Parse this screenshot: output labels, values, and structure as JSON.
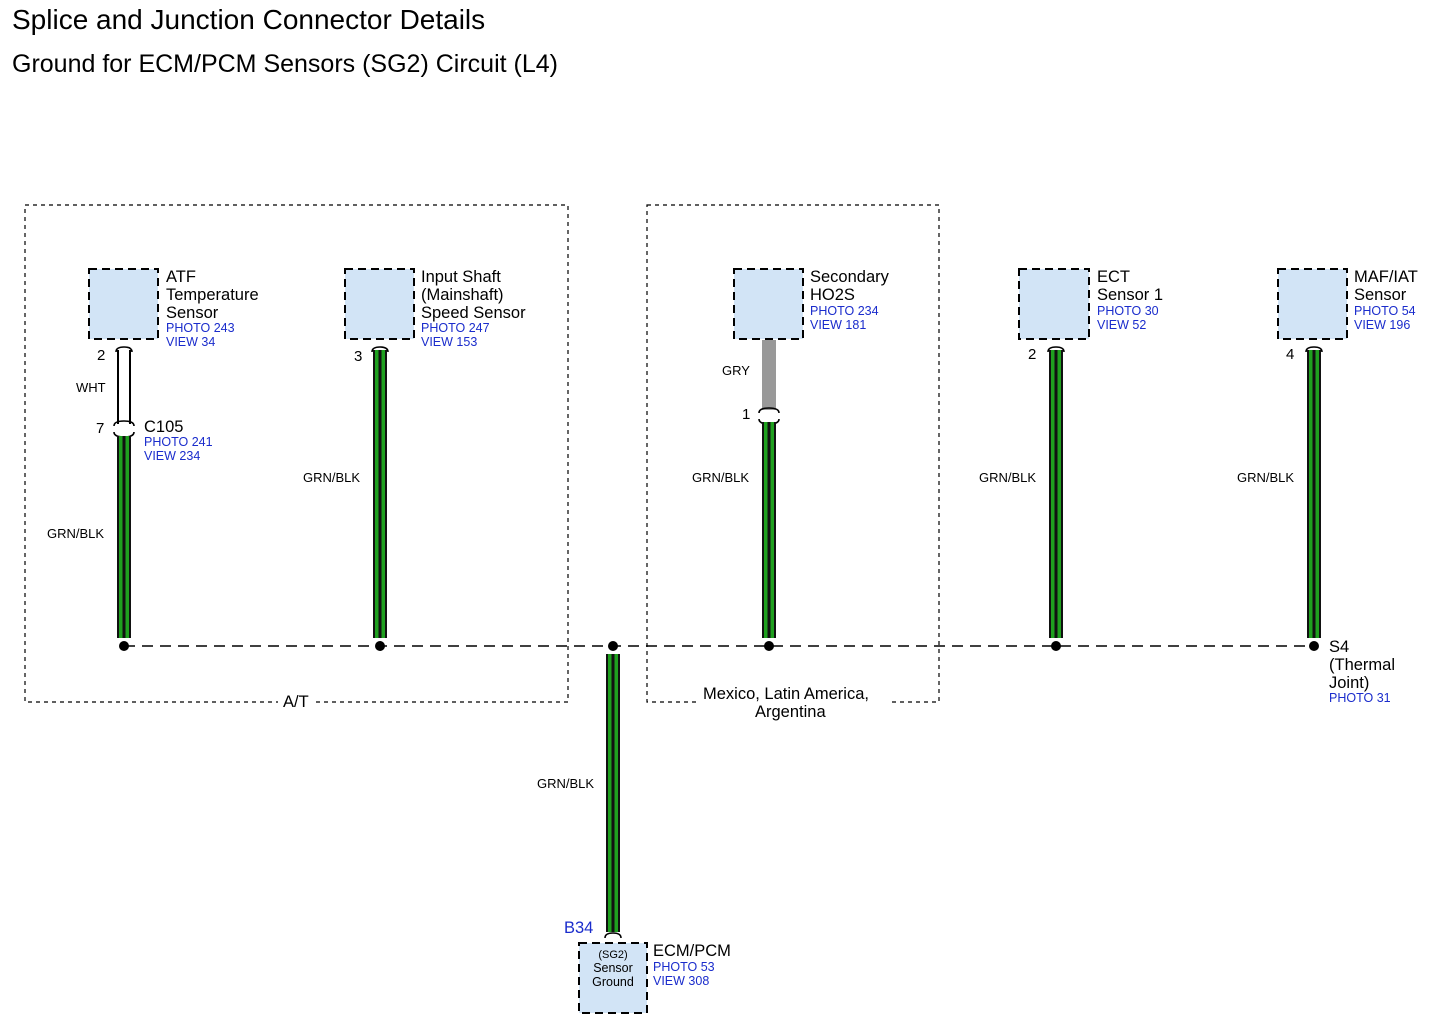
{
  "title": "Splice and Junction Connector Details",
  "subtitle": "Ground for ECM/PCM Sensors (SG2) Circuit (L4)",
  "colors": {
    "box_fill": "#d2e4f6",
    "green": "#1fa01f",
    "wire_black": "#111111",
    "gray_wire": "#999999",
    "ref_blue": "#1a2ccc"
  },
  "regions": {
    "at_label": "A/T",
    "mexico_line1": "Mexico, Latin America,",
    "mexico_line2": "Argentina"
  },
  "components": {
    "atf": {
      "line1": "ATF",
      "line2": "Temperature",
      "line3": "Sensor",
      "photo": "PHOTO 243",
      "view": "VIEW 34",
      "pin": "2"
    },
    "input": {
      "line1": "Input Shaft",
      "line2": "(Mainshaft)",
      "line3": "Speed Sensor",
      "photo": "PHOTO 247",
      "view": "VIEW 153",
      "pin": "3"
    },
    "ho2s": {
      "line1": "Secondary",
      "line2": "HO2S",
      "photo": "PHOTO 234",
      "view": "VIEW 181"
    },
    "ect": {
      "line1": "ECT",
      "line2": "Sensor 1",
      "photo": "PHOTO 30",
      "view": "VIEW 52",
      "pin": "2"
    },
    "maf": {
      "line1": "MAF/IAT",
      "line2": "Sensor",
      "photo": "PHOTO 54",
      "view": "VIEW 196",
      "pin": "4"
    }
  },
  "connector_c105": {
    "name": "C105",
    "photo": "PHOTO 241",
    "view": "VIEW 234",
    "pin": "7"
  },
  "ho2s_connector_pin": "1",
  "wires": {
    "wht": "WHT",
    "gry": "GRY",
    "grnblk": "GRN/BLK"
  },
  "splice": {
    "line1": "S4",
    "line2": "(Thermal",
    "line3": "Joint)",
    "photo": "PHOTO 31"
  },
  "ecm": {
    "connector": "B34",
    "name": "ECM/PCM",
    "photo": "PHOTO 53",
    "view": "VIEW 308",
    "box_line1": "(SG2)",
    "box_line2": "Sensor",
    "box_line3": "Ground"
  }
}
